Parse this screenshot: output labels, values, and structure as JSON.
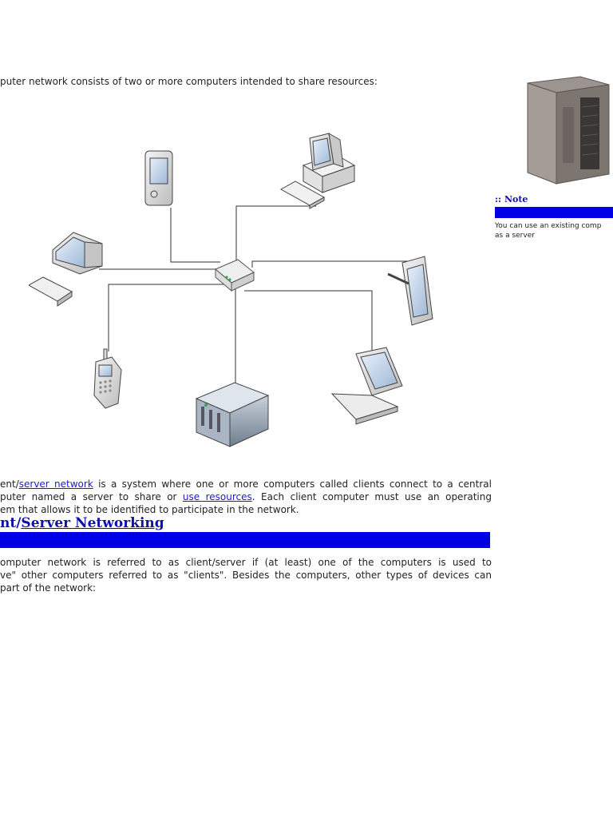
{
  "intro": "puter network consists of two or more computers intended to share resources:",
  "para1": {
    "line1_prefix": "ent/",
    "link1": "server network",
    "line1_suffix": " is a system where one or more computers called clients connect to a central",
    "line2_prefix": "puter named a server to share or ",
    "link2": "use resources",
    "line2_suffix": ". Each client computer must use an operating",
    "line3": "em that allows it to be identified to participate in the network."
  },
  "heading": {
    "prefix": "nt/",
    "link": "Server Networking"
  },
  "para2": {
    "line1": "omputer network is referred to as client/server if (at least) one of the computers is used to",
    "line2": "ve\" other computers referred to as \"clients\". Besides the computers, other types of devices can",
    "line3": "part of the network:"
  },
  "note": {
    "title": ":: Note",
    "text_line1": "You can use an existing comp",
    "text_line2": "as a server"
  },
  "colors": {
    "accent_bar": "#0000e6",
    "link": "#1a1ad6",
    "heading": "#1010b0"
  }
}
